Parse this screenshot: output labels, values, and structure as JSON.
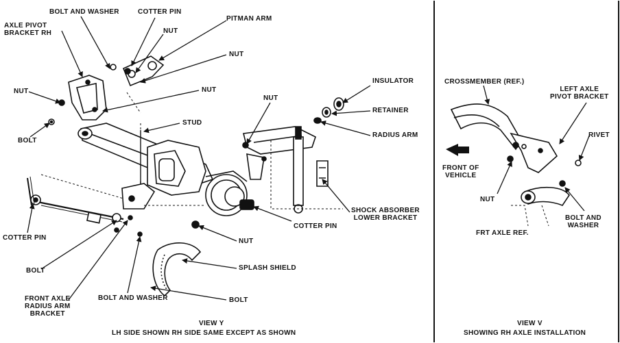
{
  "left_panel": {
    "labels": {
      "bolt_and_washer_top": "BOLT AND WASHER",
      "cotter_pin_top": "COTTER PIN",
      "axle_pivot_bracket_rh": "AXLE PIVOT\nBRACKET RH",
      "nut_1": "NUT",
      "pitman_arm": "PITMAN ARM",
      "nut_2": "NUT",
      "nut_3": "NUT",
      "nut_left": "NUT",
      "bolt_left": "BOLT",
      "stud": "STUD",
      "nut_4": "NUT",
      "insulator": "INSULATOR",
      "retainer": "RETAINER",
      "radius_arm": "RADIUS ARM",
      "shock_absorber_lower_bracket": "SHOCK ABSORBER\nLOWER BRACKET",
      "cotter_pin_mid": "COTTER PIN",
      "cotter_pin_left": "COTTER PIN",
      "nut_bottom": "NUT",
      "bolt_bottom_left": "BOLT",
      "splash_shield": "SPLASH SHIELD",
      "front_axle_radius_arm_bracket": "FRONT AXLE\nRADIUS ARM\nBRACKET",
      "bolt_and_washer_bottom": "BOLT AND WASHER",
      "bolt_bottom_right": "BOLT"
    },
    "caption_title": "VIEW Y",
    "caption_sub": "LH SIDE SHOWN RH SIDE SAME EXCEPT AS SHOWN"
  },
  "right_panel": {
    "labels": {
      "crossmember": "CROSSMEMBER (REF.)",
      "left_axle_pivot_bracket": "LEFT AXLE\nPIVOT BRACKET",
      "rivet": "RIVET",
      "front_of_vehicle": "FRONT OF\nVEHICLE",
      "nut": "NUT",
      "bolt_and_washer": "BOLT AND\nWASHER",
      "frt_axle_ref": "FRT AXLE REF."
    },
    "caption_title": "VIEW V",
    "caption_sub": "SHOWING RH AXLE INSTALLATION"
  }
}
